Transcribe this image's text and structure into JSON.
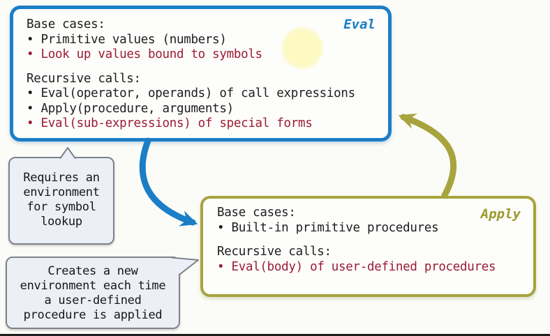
{
  "eval_box": {
    "label": "Eval",
    "sections": [
      {
        "heading": "Base cases:",
        "items": [
          {
            "text": "Primitive values (numbers)",
            "color": "black"
          },
          {
            "text": "Look up values bound to symbols",
            "color": "red"
          }
        ]
      },
      {
        "heading": "Recursive calls:",
        "items": [
          {
            "text": "Eval(operator, operands) of call expressions",
            "color": "black"
          },
          {
            "text": "Apply(procedure, arguments)",
            "color": "black"
          },
          {
            "text": "Eval(sub-expressions) of special forms",
            "color": "red"
          }
        ]
      }
    ]
  },
  "apply_box": {
    "label": "Apply",
    "sections": [
      {
        "heading": "Base cases:",
        "items": [
          {
            "text": "Built-in primitive procedures",
            "color": "black"
          }
        ]
      },
      {
        "heading": "Recursive calls:",
        "items": [
          {
            "text": "Eval(body) of user-defined procedures",
            "color": "red"
          }
        ]
      }
    ]
  },
  "callouts": {
    "requires_env": {
      "lines": [
        "Requires an",
        "environment",
        "for symbol",
        "lookup"
      ]
    },
    "creates_env": {
      "lines": [
        "Creates a new",
        "environment each time",
        "a user-defined",
        "procedure is applied"
      ]
    }
  },
  "arrows": {
    "eval_to_apply": {
      "name": "curved-arrow-eval-to-apply",
      "color": "#1b7ec6"
    },
    "apply_to_eval": {
      "name": "curved-arrow-apply-to-eval",
      "color": "#a7a43d"
    }
  },
  "colors": {
    "eval_accent": "#1b7ec6",
    "apply_accent": "#a7a43d",
    "emphasis_red": "#9b1c33",
    "text_black": "#1d1d1d",
    "callout_fill": "#eceff5",
    "callout_border": "#7e8289",
    "pointer_highlight": "#fcf9c3",
    "background": "#fbfbf8"
  }
}
